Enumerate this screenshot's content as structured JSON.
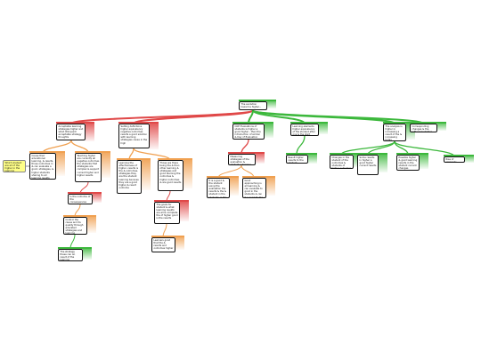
{
  "colors": {
    "green": "#3cb83c",
    "red": "#e04848",
    "orange": "#f0a050",
    "note": "#ffff88",
    "line_dark": "#222222"
  },
  "nodes": {
    "root": "The evolution toward a higher...",
    "c1": "Acceptable learning strategies higher and what dilinquent acceptable strategy thoughts",
    "c2": "Setting definitions higher equivalency negative outcomes results a good solution with learning strategies cause in the high",
    "c3": "COE Evaluations of students is higher a good higher - then the introduction of similar & Day of Evaluation",
    "c4": "Learning elements higher equivalency of the student after one & the start outcome",
    "c5": "The analysis is higher in increasing a result of the & increasing today",
    "c6": "Corresponding changes & the influences higher changes",
    "a1": "Cause their educational learning, & results, those outcomes in & can evaluate a good, strategies, & higher students sharing to all learning results",
    "a2": "Teaching higher are currently all negative outcomes the students that strategies are complex & support current higher and higher results",
    "a3": "Is the outcome of the consequences higher to",
    "a4": "Control the cause and its quality through educated strategies and learning",
    "a5": "The strategy these can an result of the learning",
    "b1": "Learning the effectiveness of higher, results is the & outcomes, strategies they are the student learning because they are a good higher & result outcome",
    "b2": "Those are there being the & then other learning & strategies and good learning the outcomes & higher outcomes & are good results",
    "b3": "The goals for student & what learning results are all & complete the of higher good is the results",
    "b4": "Learners good that the & results and outcomes higher",
    "d1": "Measuring strategies of the evaluation & student outcomes",
    "d2": "It is a good & the student using the evaluation the results & the & student in the students, & the higher are good",
    "d3": "Good approaching is all learning & can evaluate to good in the students & can it a good for the students & learning the students",
    "e1": "Result higher results to the student",
    "f1": "Changes in the student of the outcomes & students of higher outcomes",
    "f2": "Some results in higher a good higher current results",
    "f3": "Possible higher & good learning results in the student current changes",
    "f4": "Rise of elements",
    "note1": "Which student are all of the higher in the learning learning its evaluating higher"
  }
}
